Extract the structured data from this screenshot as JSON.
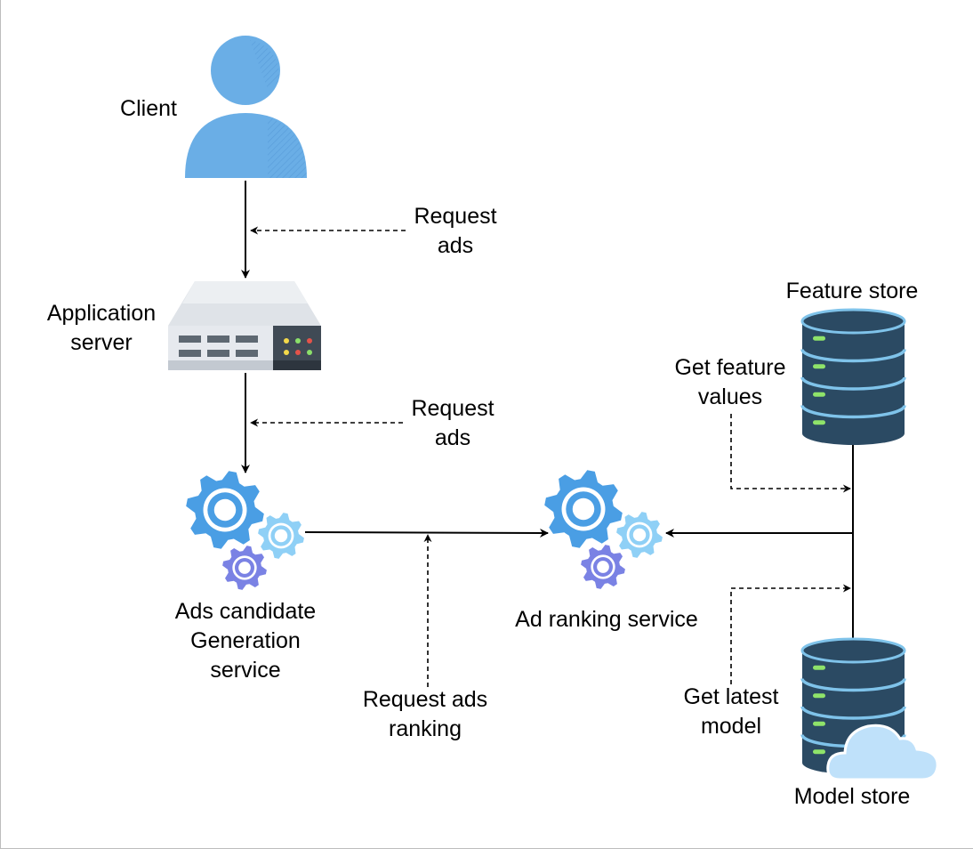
{
  "nodes": {
    "client": "Client",
    "app_server": [
      "Application",
      "server"
    ],
    "candidate_service": [
      "Ads candidate",
      "Generation",
      "service"
    ],
    "ranking_service": "Ad ranking service",
    "feature_store": "Feature store",
    "model_store": "Model store"
  },
  "edges": {
    "request_ads_1": [
      "Request",
      "ads"
    ],
    "request_ads_2": [
      "Request",
      "ads"
    ],
    "request_ranking": [
      "Request ads",
      "ranking"
    ],
    "get_features": [
      "Get feature",
      "values"
    ],
    "get_model": [
      "Get latest",
      "model"
    ]
  },
  "colors": {
    "person": "#6aaee6",
    "gear_large": "#4a9ee4",
    "gear_light": "#8fd0f6",
    "gear_purple": "#7a82e4",
    "db_body": "#2b4a63",
    "db_ring": "#7fc3ea",
    "db_led": "#8fe36a",
    "cloud": "#bfe1fa"
  },
  "icons": [
    "user-icon",
    "server-icon",
    "gears-icon",
    "database-icon",
    "cloud-icon"
  ]
}
